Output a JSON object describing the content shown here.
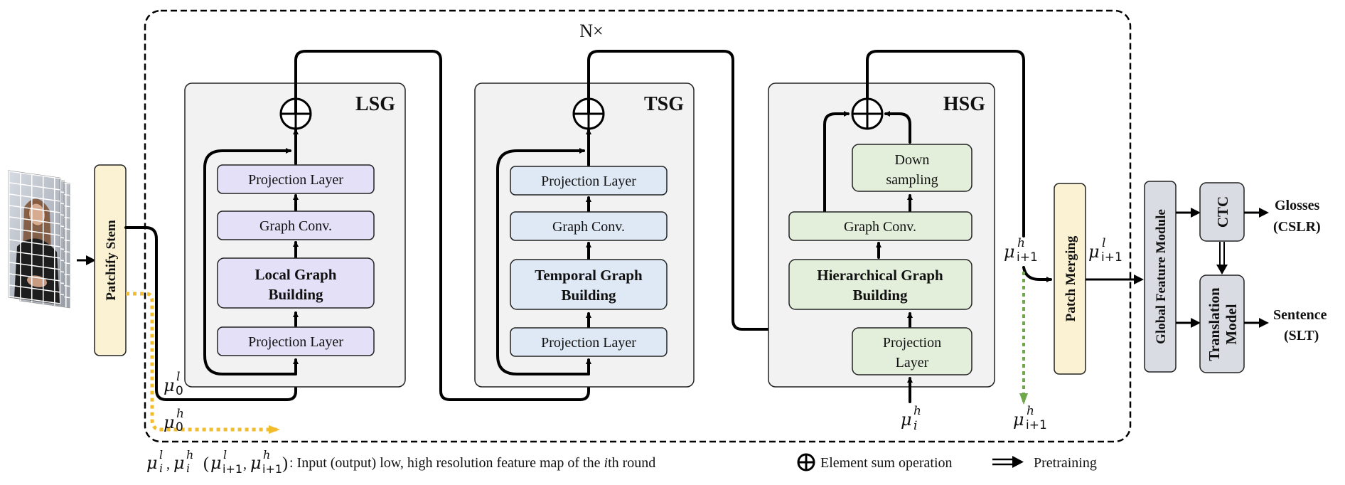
{
  "figure": {
    "repeat_label": "N×",
    "input": {
      "label": "sign-language video frames (patch grid)"
    },
    "patchify_stem": {
      "label": "Patchify Stem",
      "color": "#fbf2d4"
    },
    "lsg": {
      "title": "LSG",
      "color": "#e3e0f8",
      "blocks": {
        "proj_top": "Projection Layer",
        "graph_conv": "Graph Conv.",
        "building_line1": "Local Graph",
        "building_line2": "Building",
        "proj_bottom": "Projection Layer"
      }
    },
    "tsg": {
      "title": "TSG",
      "color": "#dfe9f6",
      "blocks": {
        "proj_top": "Projection Layer",
        "graph_conv": "Graph Conv.",
        "building_line1": "Temporal Graph",
        "building_line2": "Building",
        "proj_bottom": "Projection Layer"
      }
    },
    "hsg": {
      "title": "HSG",
      "color": "#e3efdb",
      "blocks": {
        "down_line1": "Down",
        "down_line2": "sampling",
        "graph_conv": "Graph Conv.",
        "building_line1": "Hierarchical Graph",
        "building_line2": "Building",
        "proj_line1": "Projection",
        "proj_line2": "Layer"
      }
    },
    "patch_merging": {
      "label": "Patch Merging",
      "color": "#fbf2d4"
    },
    "global_feature_module": {
      "label": "Global Feature Module",
      "color": "#d9dce2"
    },
    "ctc": {
      "label": "CTC",
      "color": "#d9dce2"
    },
    "translation_model": {
      "line1": "Translation",
      "line2": "Model",
      "color": "#d9dce2"
    },
    "outputs": {
      "glosses_line1": "Glosses",
      "glosses_line2": "(CSLR)",
      "sentence_line1": "Sentence",
      "sentence_line2": "(SLT)"
    },
    "symbols": {
      "mu": "μ",
      "mu0_l_sup": "l",
      "mu0_l_sub": "0",
      "mu0_h_sup": "h",
      "mu0_h_sub": "0",
      "mui_h_sup": "h",
      "mui_h_sub": "i",
      "mu_next_h_sup": "h",
      "mu_next_sub": "i+1",
      "mu_next_l_sup": "l"
    },
    "colors": {
      "high_res_path": "#f2bd2c",
      "next_round_path": "#6fa84a",
      "panel_bg": "#f2f2f2"
    }
  },
  "legend": {
    "mu": "μ",
    "sup_l": "l",
    "sup_h": "h",
    "sub_i": "i",
    "sub_next": "i+1",
    "comma": ",",
    "open_paren": "(",
    "close_paren": ")",
    "description_prefix": ": Input (output) low, high resolution feature map of the ",
    "description_italic": "i",
    "description_suffix": "th round",
    "sum_label": "Element sum operation",
    "pretraining_label": "Pretraining"
  }
}
